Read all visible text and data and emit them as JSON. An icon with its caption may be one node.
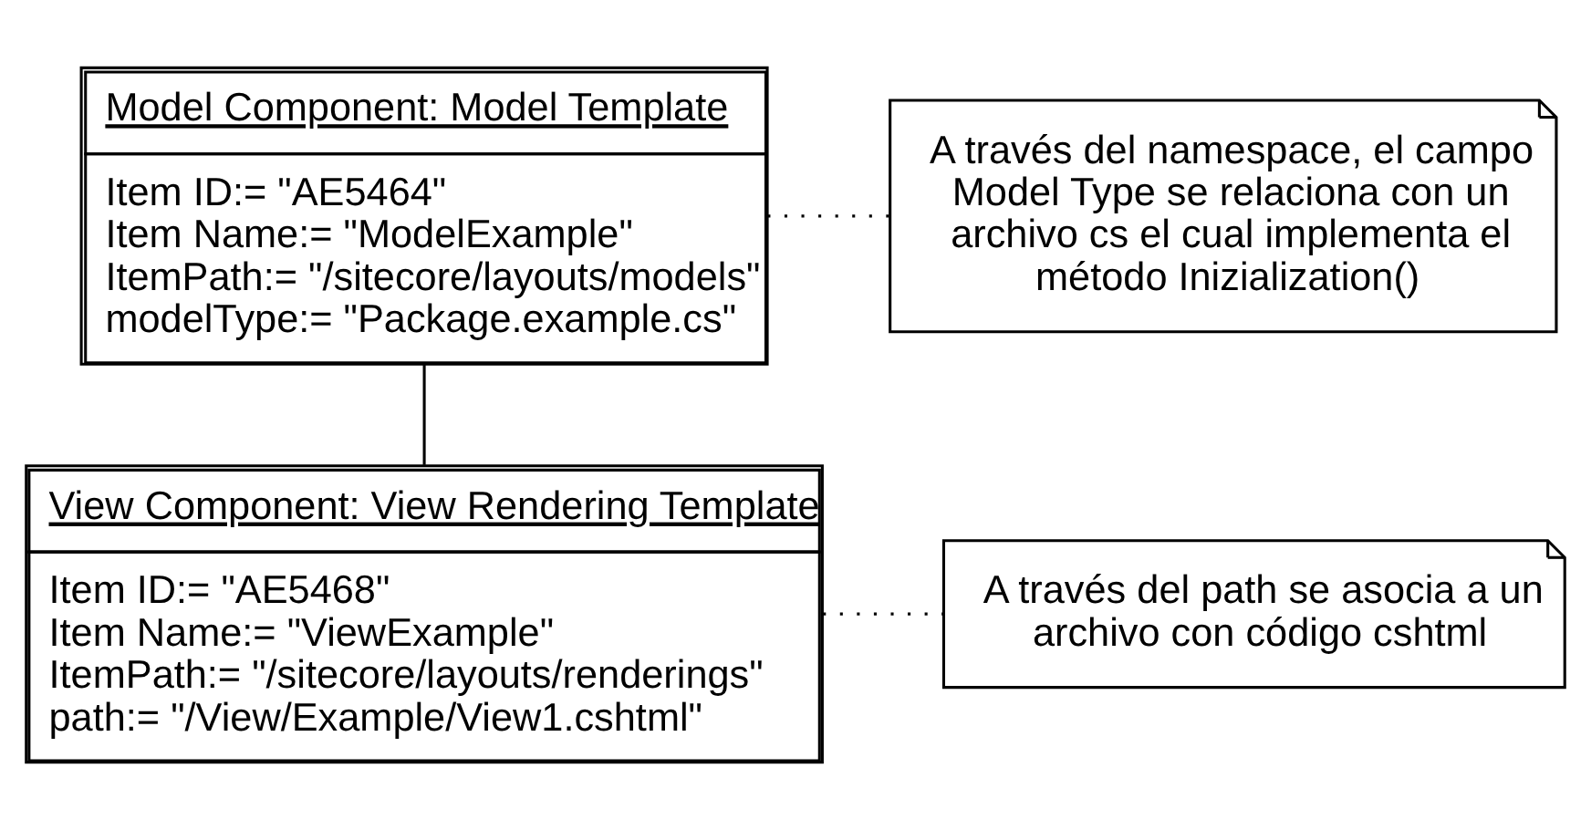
{
  "diagram": {
    "nodes": [
      {
        "text": [
          "Model Component: Model Template",
          "Item ID:= \"AE5464\"",
          "Item Name:= \"ModelExample\"",
          "ItemPath:= \"/sitecore/layouts/models\"",
          "modelType:= \"Package.example.cs\""
        ]
      },
      {
        "text": [
          "A través del namespace, el campo Model Type se relaciona con un archivo cs el cual implementa el método Inizialization()"
        ]
      },
      {
        "text": [
          "View Component: View Rendering Template",
          "Item ID:= \"AE5468\"",
          "Item Name:= \"ViewExample\"",
          "ItemPath:= \"/sitecore/layouts/renderings\"",
          "path:= \"/View/Example/View1.cshtml\""
        ]
      },
      {
        "text": [
          "A través del path se asocia a un archivo con código cshtml"
        ]
      }
    ],
    "edges": [
      {
        "from": 0,
        "to": 1,
        "arrow": "none",
        "style": "dashed"
      },
      {
        "from": 0,
        "to": 2,
        "arrow": "none"
      },
      {
        "from": 2,
        "to": 3,
        "arrow": "none",
        "style": "dashed"
      }
    ]
  }
}
